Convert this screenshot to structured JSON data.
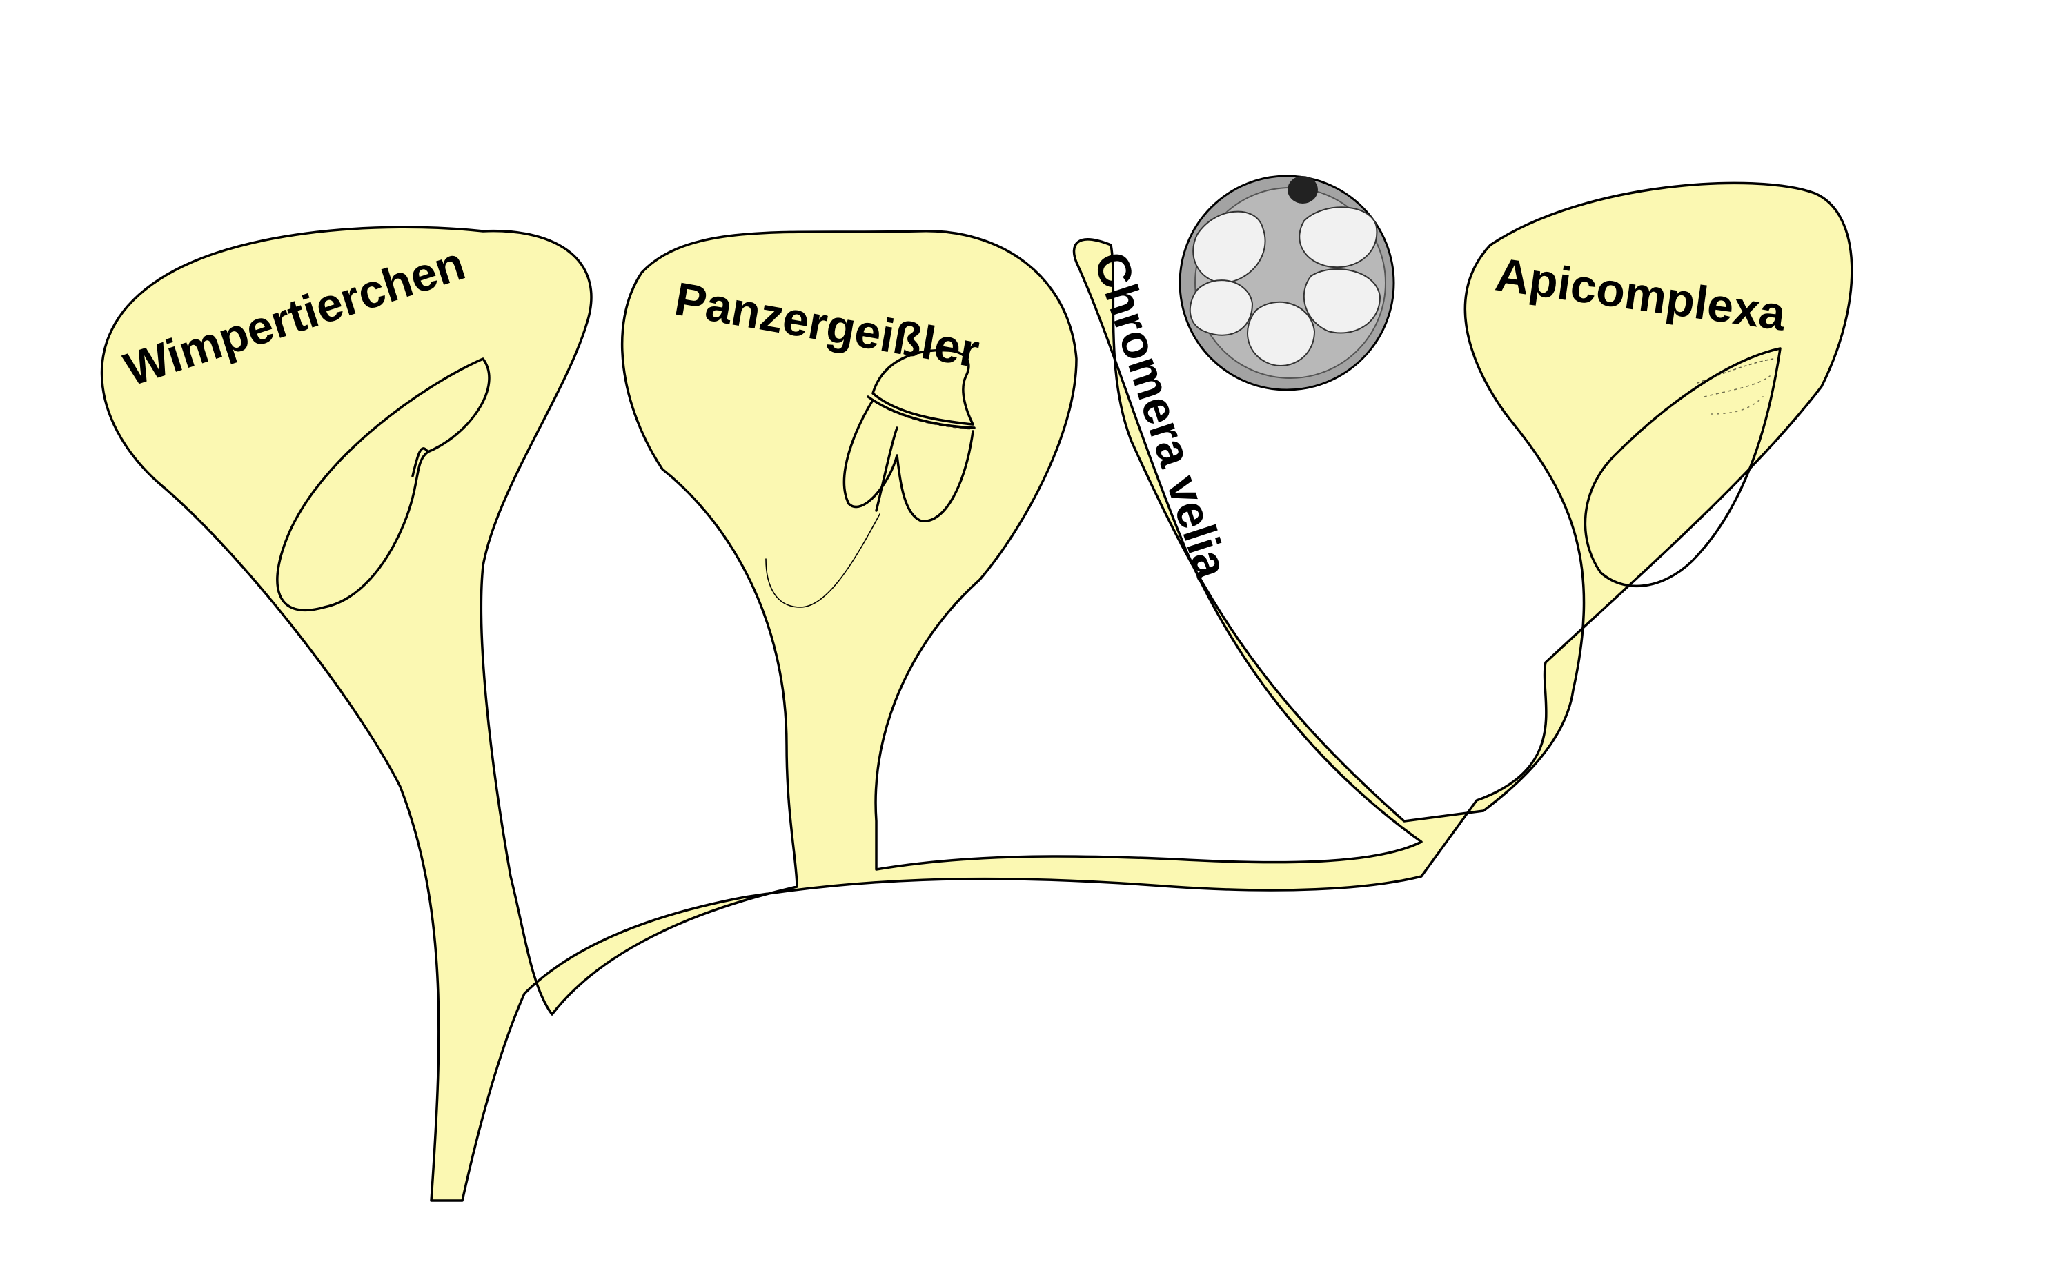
{
  "diagram": {
    "colors": {
      "branch_fill": "#fbf8b2",
      "outline": "#000000",
      "cell_gray": "#9a9a9a",
      "cell_light": "#f1f1f1",
      "nucleus": "#222222"
    },
    "labels": {
      "ciliates": "Wimpertierchen",
      "dinoflagellates": "Panzergeißler",
      "chromera": "Chromera velia",
      "apicomplexa": "Apicomplexa"
    }
  }
}
